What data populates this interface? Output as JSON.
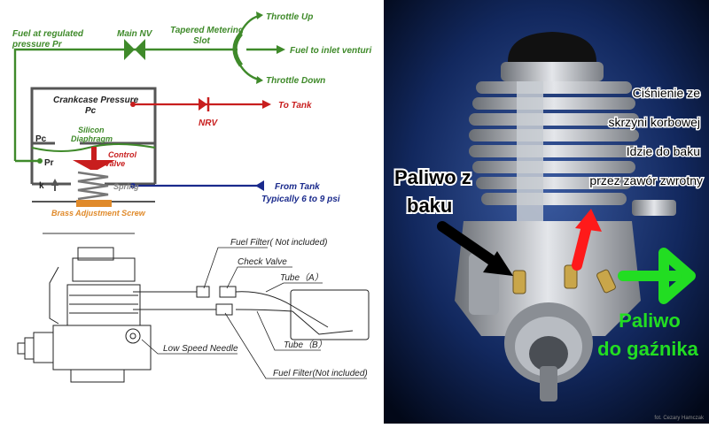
{
  "colors": {
    "fuel_line": "#3f8a2a",
    "pressure_line": "#c81e1e",
    "tank_line": "#1a2a8c",
    "diaphragm": "#3f8a2a",
    "valve": "#c81e1e",
    "screw": "#e08a2a",
    "photo_bg": "#0a1a4a",
    "arrow_red": "#ff1a1a",
    "arrow_green": "#22dd22"
  },
  "schematic": {
    "fuel_regulated": [
      "Fuel at regulated",
      "pressure Pr"
    ],
    "main_nv": "Main NV",
    "tapered_slot": [
      "Tapered Metering",
      "Slot"
    ],
    "throttle_up": "Throttle Up",
    "fuel_to_venturi": "Fuel to inlet venturi",
    "throttle_down": "Throttle Down",
    "crankcase_pressure": "Crankcase Pressure",
    "pc_top": "Pc",
    "to_tank": "To Tank",
    "nrv": "NRV",
    "silicon_diaphragm": [
      "Silicon",
      "Diaphragm"
    ],
    "pc_left": "Pc",
    "pr_left": "Pr",
    "control_valve": [
      "Control",
      "Valve"
    ],
    "k_label": "k",
    "spring": "Spring",
    "from_tank": "From Tank",
    "typical_psi": "Typically 6 to 9 psi",
    "brass_screw": "Brass Adjustment Screw"
  },
  "engine_drawing": {
    "fuel_filter_top": "Fuel Filter( Not included)",
    "check_valve": "Check Valve",
    "tube_a": "Tube（A）",
    "tube_b": "Tube（B）",
    "low_speed_needle": "Low Speed Needle",
    "fuel_filter_bottom": "Fuel Filter(Not included)"
  },
  "photo": {
    "pressure_note": [
      "Ciśnienie ze",
      "skrzyni korbowej",
      "Idzie do baku",
      "przez zawór zwrotny"
    ],
    "fuel_from_tank": [
      "Paliwo z",
      "baku"
    ],
    "fuel_to_carb": [
      "Paliwo",
      "do gaźnika"
    ],
    "credit": "fot. Cezary Hamczak"
  }
}
